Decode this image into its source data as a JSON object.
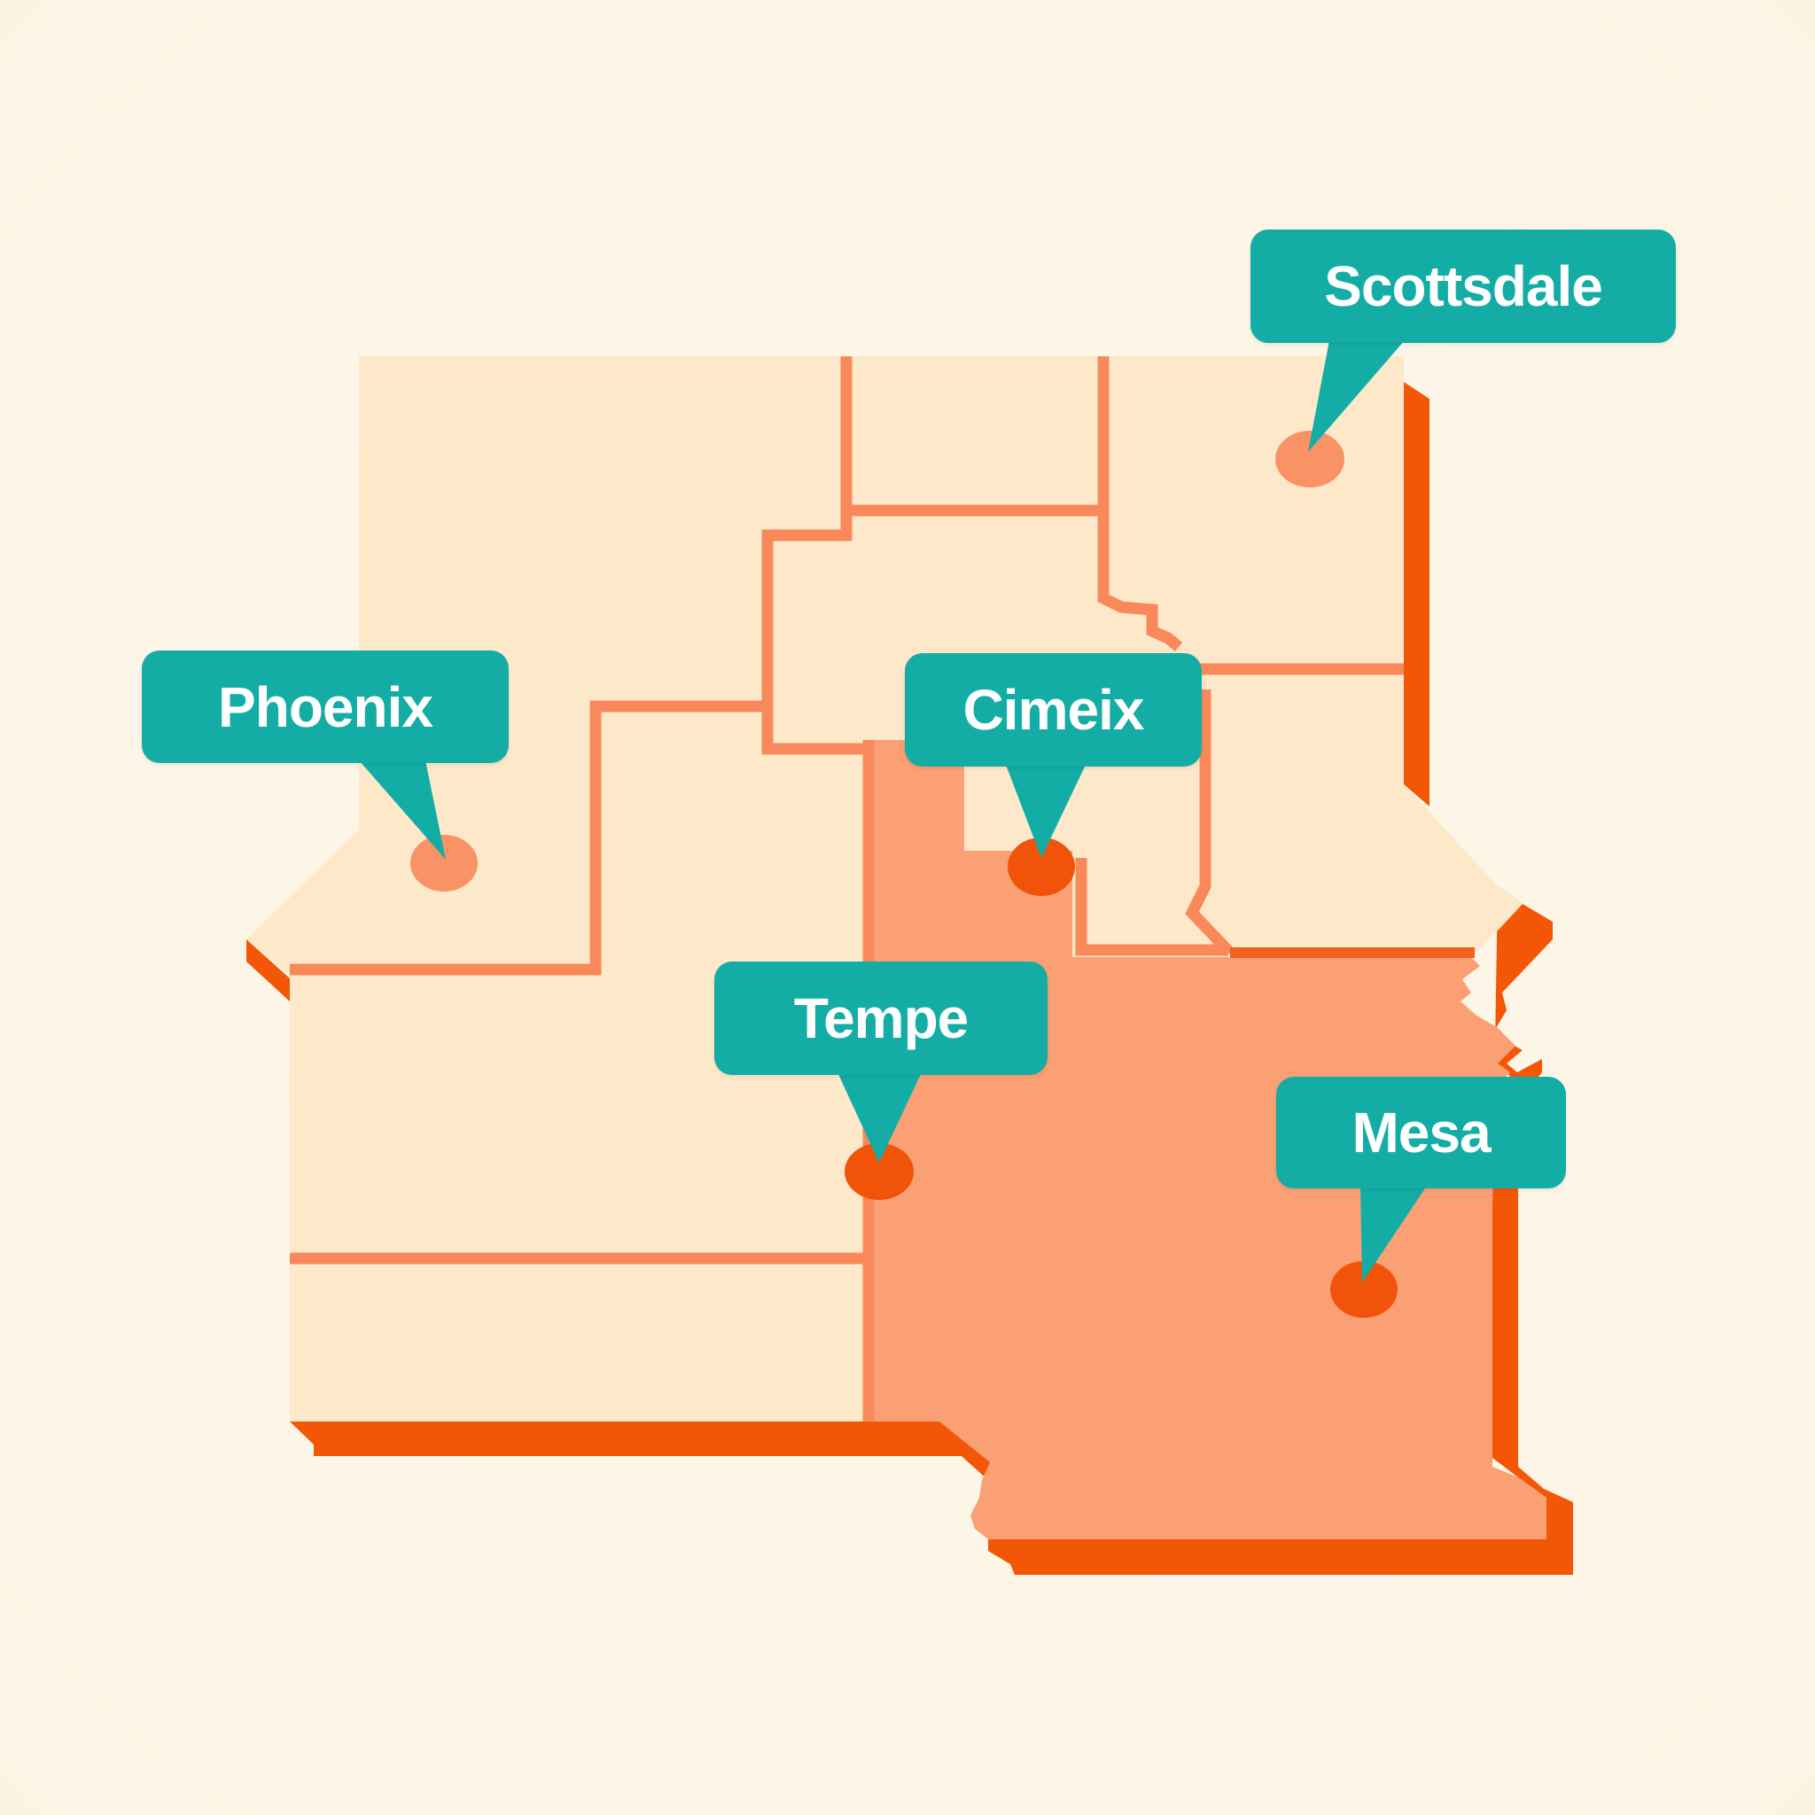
{
  "map": {
    "colors": {
      "background": "#fdf6e6",
      "region_fill": "#fde9c9",
      "region_fill_light": "#fdeed2",
      "highlight_fill": "#fb9f74",
      "border": "#f9895a",
      "extrusion": "#f45608",
      "callout": "#14ada6",
      "callout_text": "#ffffff",
      "pin_light": "#f99264",
      "pin_dark": "#f2530a"
    },
    "highlighted_region": "south-east district",
    "labels": [
      {
        "id": "scottsdale",
        "text": "Scottsdale",
        "pin_style": "light"
      },
      {
        "id": "phoenix",
        "text": "Phoenix",
        "pin_style": "light"
      },
      {
        "id": "cimeix",
        "text": "Cimeix",
        "pin_style": "dark"
      },
      {
        "id": "tempe",
        "text": "Tempe",
        "pin_style": "dark"
      },
      {
        "id": "mesa",
        "text": "Mesa",
        "pin_style": "dark"
      }
    ]
  }
}
